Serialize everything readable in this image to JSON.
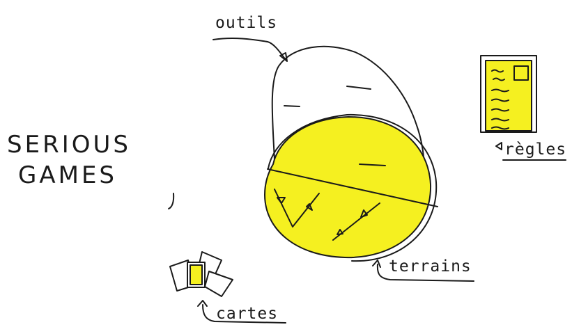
{
  "title": {
    "line1": "SERIOUS",
    "line2": "GAMES"
  },
  "labels": {
    "tools": "outils",
    "rules": "règles",
    "terrains": "terrains",
    "cards": "cartes"
  },
  "colors": {
    "ink": "#1a1a1a",
    "highlight": "#f5f020",
    "paper": "#ffffff"
  }
}
